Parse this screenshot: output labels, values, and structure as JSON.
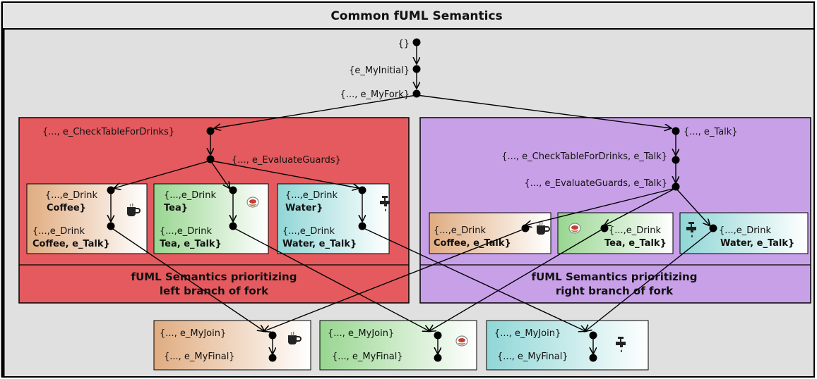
{
  "title": "Common fUML Semantics",
  "top_chain": [
    "{}",
    "{e_MyInitial}",
    "{..., e_MyFork}"
  ],
  "left_section": {
    "title_line1": "fUML Semantics prioritizing",
    "title_line2": "left branch of fork",
    "check": "{..., e_CheckTableForDrinks}",
    "evaluate": "{..., e_EvaluateGuards}",
    "boxes": [
      {
        "a1": "{...,e_Drink",
        "a2": "Coffee}",
        "b1": "{...,e_Drink",
        "b2": "Coffee, e_Talk}",
        "icon": "coffee-cup-icon"
      },
      {
        "a1": "{...,e_Drink",
        "a2": "Tea}",
        "b1": "{...,e_Drink",
        "b2": "Tea, e_Talk}",
        "icon": "tea-cup-icon"
      },
      {
        "a1": "{...,e_Drink",
        "a2": "Water}",
        "b1": "{...,e_Drink",
        "b2": "Water, e_Talk}",
        "icon": "water-tap-icon"
      }
    ]
  },
  "right_section": {
    "title_line1": "fUML Semantics prioritizing",
    "title_line2": "right branch of fork",
    "talk": "{..., e_Talk}",
    "check": "{..., e_CheckTableForDrinks, e_Talk}",
    "evaluate": "{..., e_EvaluateGuards, e_Talk}",
    "boxes": [
      {
        "b1": "{...,e_Drink",
        "b2": "Coffee, e_Talk}",
        "icon": "coffee-cup-icon"
      },
      {
        "b1": "{...,e_Drink",
        "b2": "Tea, e_Talk}",
        "icon": "tea-cup-icon"
      },
      {
        "b1": "{...,e_Drink",
        "b2": "Water, e_Talk}",
        "icon": "water-tap-icon"
      }
    ]
  },
  "bottom_boxes": [
    {
      "join": "{..., e_MyJoin}",
      "final": "{..., e_MyFinal}",
      "icon": "coffee-cup-icon"
    },
    {
      "join": "{..., e_MyJoin}",
      "final": "{..., e_MyFinal}",
      "icon": "tea-cup-icon"
    },
    {
      "join": "{..., e_MyJoin}",
      "final": "{..., e_MyFinal}",
      "icon": "water-tap-icon"
    }
  ],
  "colors": {
    "background": "#e0e0e0",
    "left_section": "#e45a5e",
    "right_section": "#c8a0e8",
    "coffee": "#e8b88c",
    "tea": "#a8dca0",
    "water": "#a0dcdc"
  }
}
